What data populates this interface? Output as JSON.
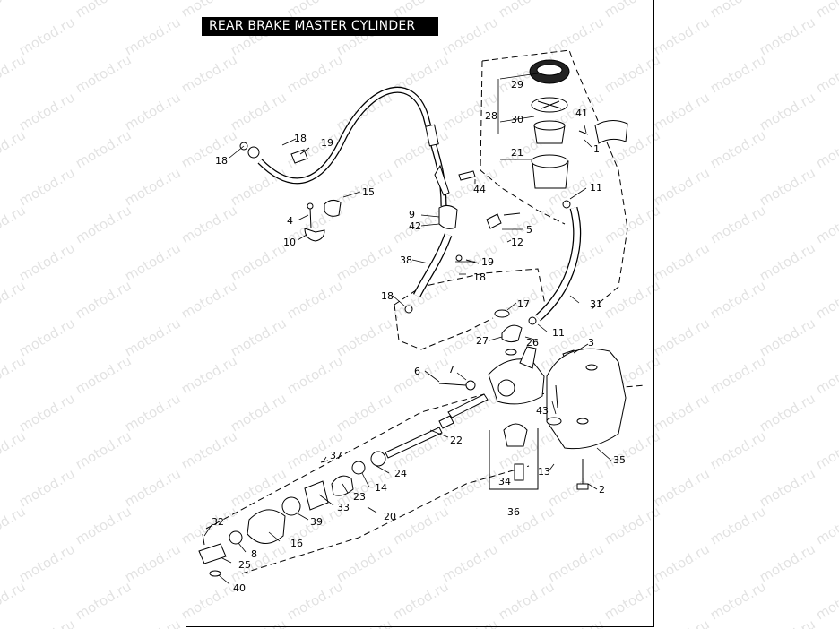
{
  "title": "REAR BRAKE MASTER CYLINDER",
  "watermark": "motod.ru",
  "callouts": [
    "1",
    "2",
    "3",
    "4",
    "5",
    "6",
    "7",
    "8",
    "9",
    "10",
    "11",
    "12",
    "13",
    "14",
    "15",
    "16",
    "17",
    "18",
    "19",
    "20",
    "21",
    "22",
    "23",
    "24",
    "25",
    "26",
    "27",
    "28",
    "29",
    "30",
    "31",
    "32",
    "33",
    "34",
    "35",
    "36",
    "37",
    "38",
    "39",
    "40",
    "41",
    "42",
    "43",
    "44"
  ],
  "colors": {
    "ink": "#000000",
    "paper": "#ffffff",
    "watermark": "#000000"
  }
}
